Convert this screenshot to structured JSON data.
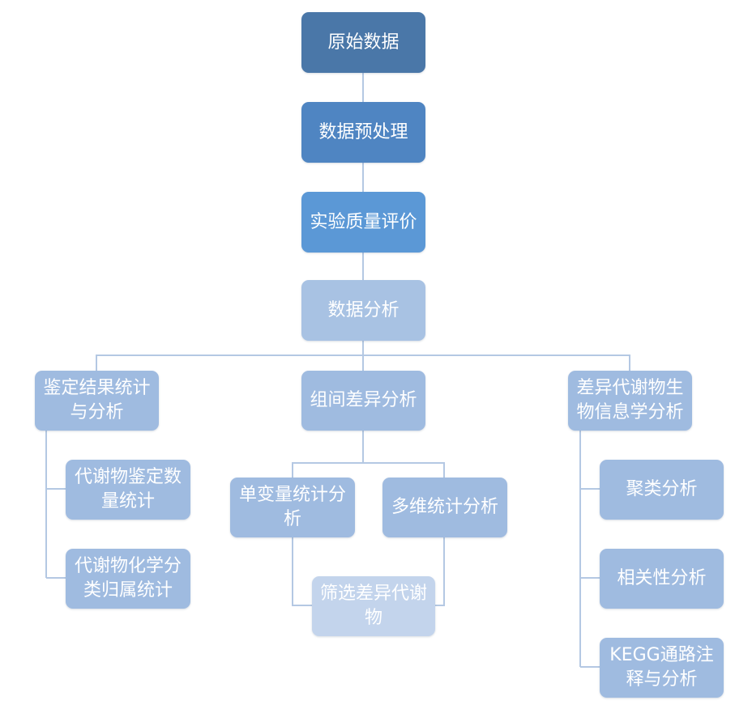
{
  "diagram": {
    "root": "原始数据",
    "preprocess": "数据预处理",
    "quality": "实验质量评价",
    "analysis": "数据分析",
    "branches": {
      "identification": {
        "title": "鉴定结果统计与分析",
        "children": [
          "代谢物鉴定数量统计",
          "代谢物化学分类归属统计"
        ]
      },
      "intergroup": {
        "title": "组间差异分析",
        "children": [
          "单变量统计分析",
          "多维统计分析"
        ],
        "result": "筛选差异代谢物"
      },
      "bioinfo": {
        "title": "差异代谢物生物信息学分析",
        "children": [
          "聚类分析",
          "相关性分析",
          "KEGG通路注释与分析"
        ]
      }
    }
  },
  "colors": {
    "line": "#b4c8e3",
    "level0": "#4a77a8",
    "level1": "#4f85c2",
    "level2": "#5b98d6",
    "level3": "#a8c2e3",
    "level4": "#9fbbe0",
    "level5": "#c3d4ec"
  }
}
